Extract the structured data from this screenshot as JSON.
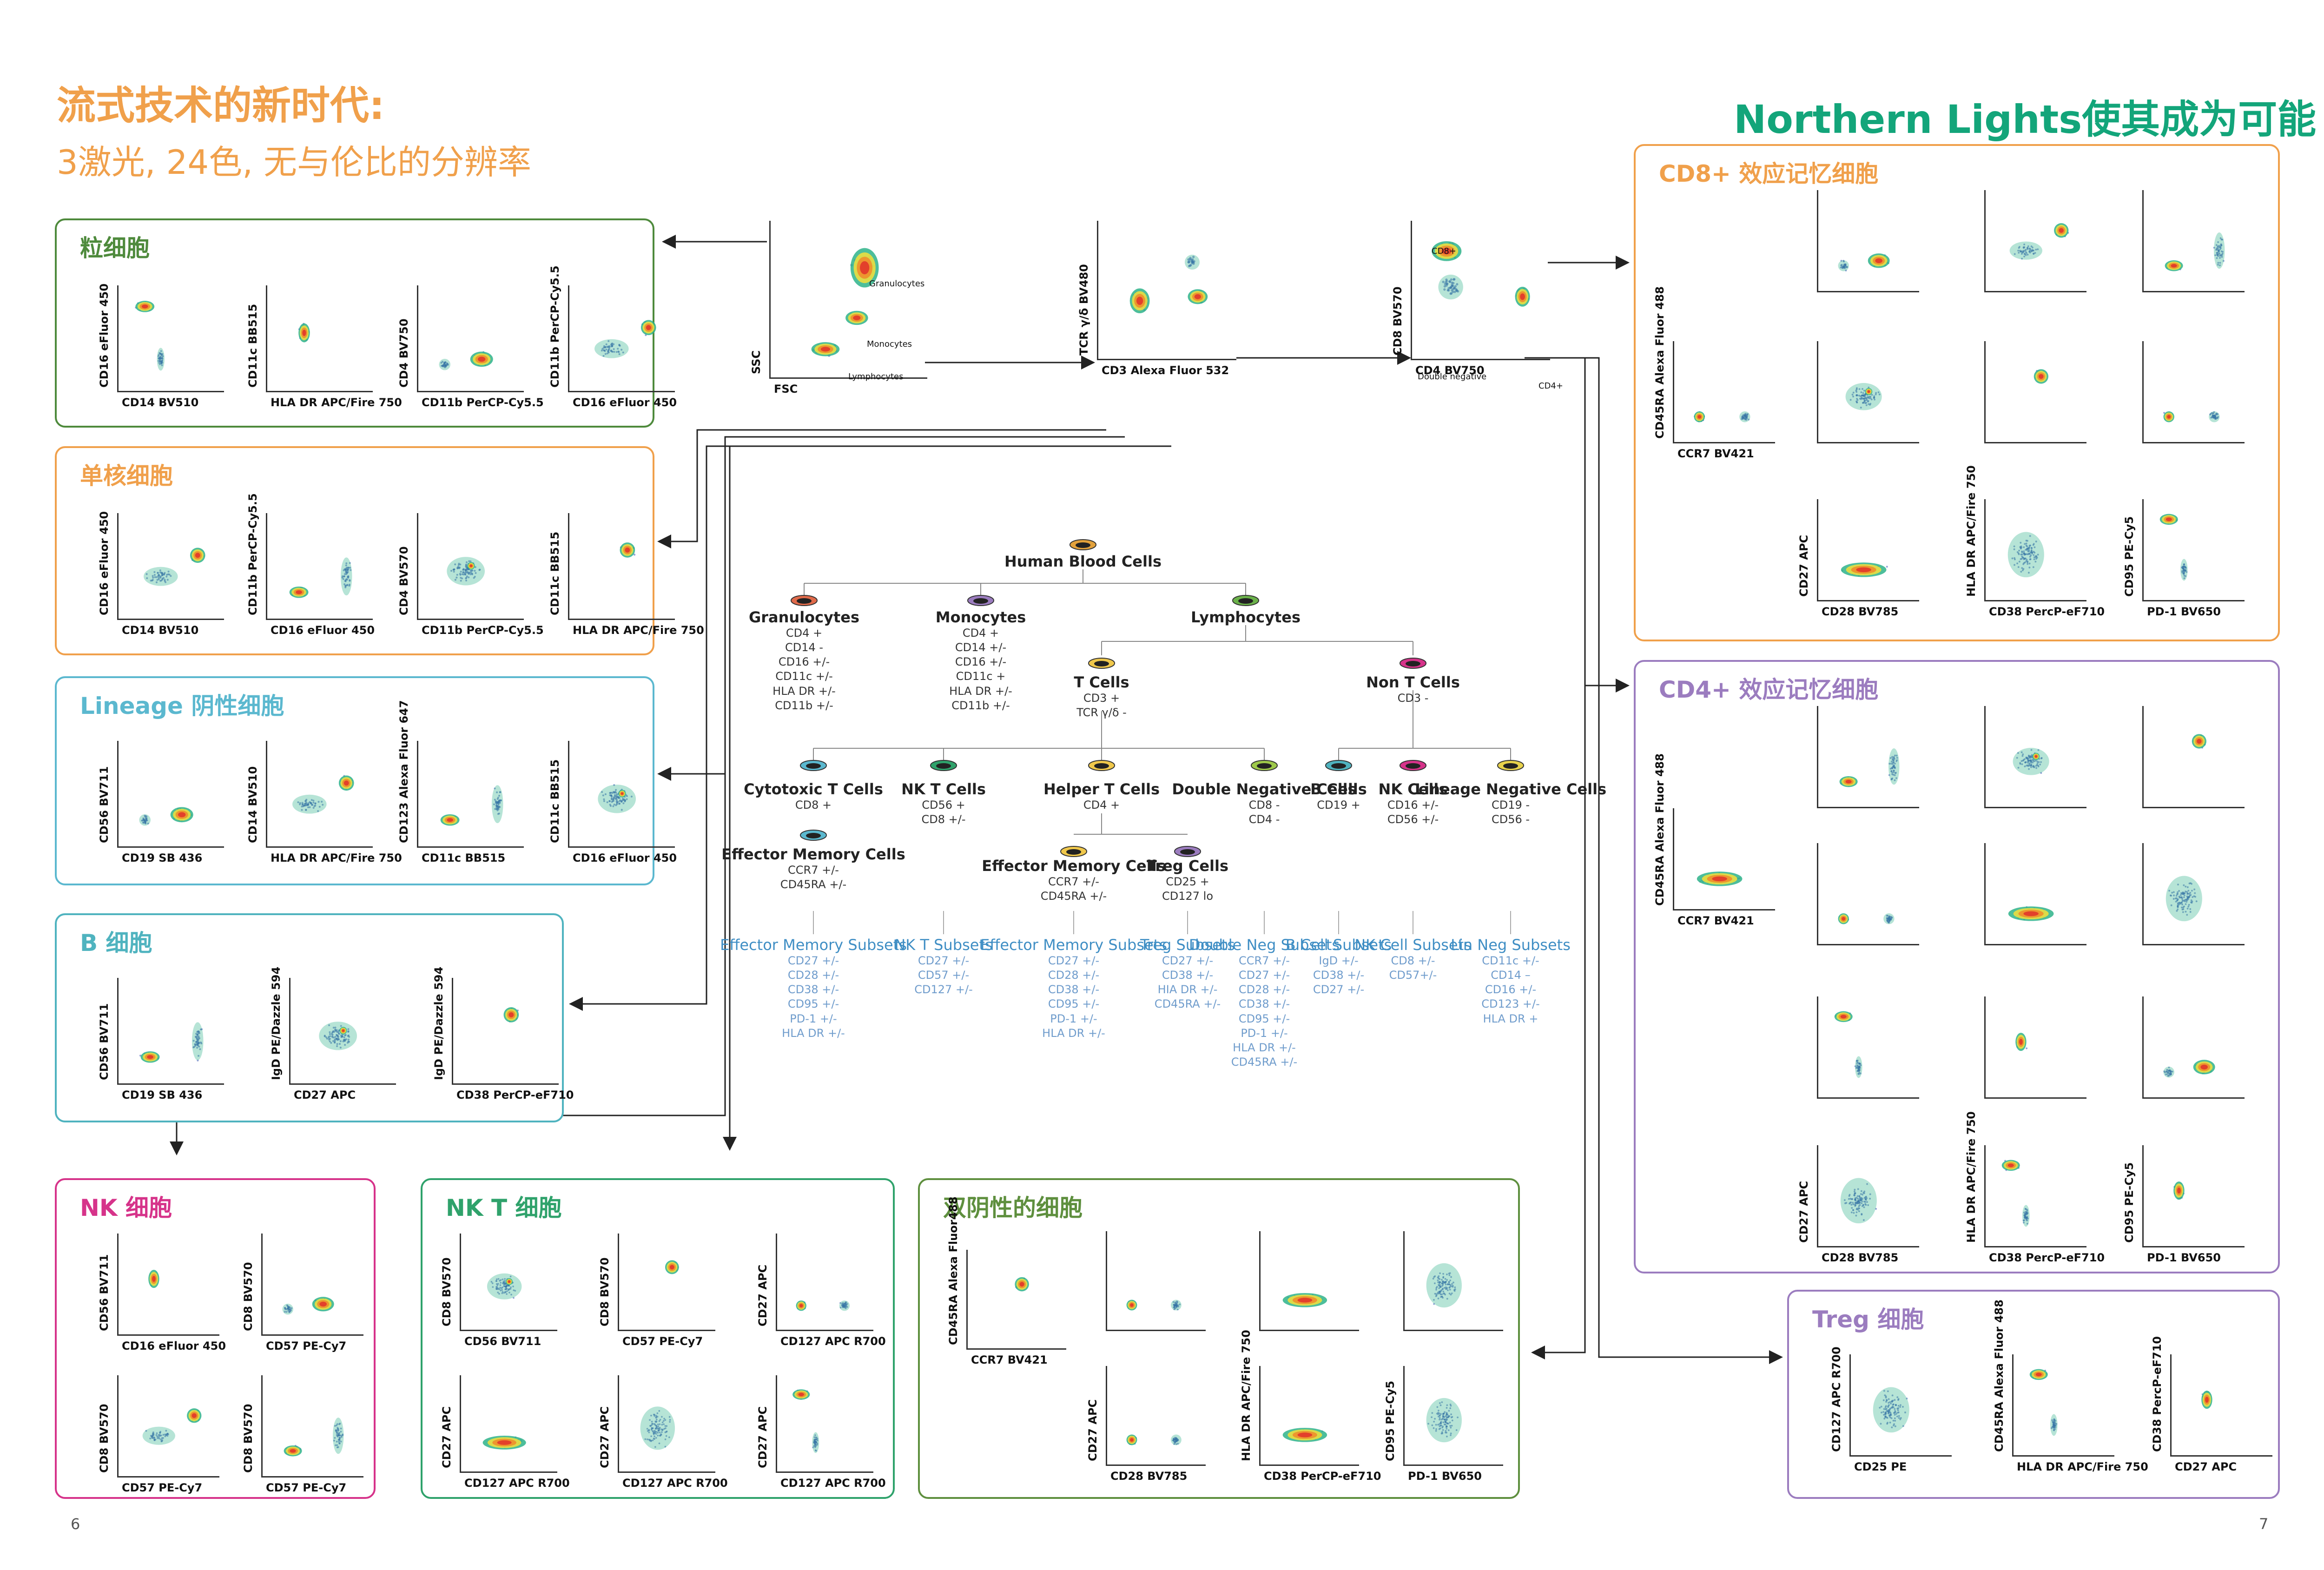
{
  "header": {
    "title": "流式技术的新时代:",
    "subtitle": "3激光, 24色, 无与伦比的分辨率",
    "brand": "Northern Lights使其成为可能"
  },
  "gating": {
    "p1_y": "SSC",
    "p1_x": "FSC",
    "p1_labels": [
      "Granulocytes",
      "Monocytes",
      "Lymphocytes"
    ],
    "p2_y": "TCR γ/δ BV480",
    "p2_x": "CD3 Alexa Fluor 532",
    "p3_y": "CD8 BV570",
    "p3_x": "CD4 BV750",
    "p3_labels": [
      "CD8+",
      "Double negative",
      "CD4+"
    ]
  },
  "panels": {
    "granulocytes": {
      "title": "粒细胞",
      "color": "#4e8a3c",
      "plots": [
        {
          "x": "CD14 BV510",
          "y": "CD16 eFluor 450"
        },
        {
          "x": "HLA DR APC/Fire 750",
          "y": "CD11c BB515"
        },
        {
          "x": "CD11b PerCP-Cy5.5",
          "y": "CD4 BV750"
        },
        {
          "x": "CD16 eFluor 450",
          "y": "CD11b PerCP-Cy5.5"
        }
      ]
    },
    "monocytes": {
      "title": "单核细胞",
      "color": "#f0a04b",
      "plots": [
        {
          "x": "CD14 BV510",
          "y": "CD16 eFluor 450"
        },
        {
          "x": "CD16 eFluor 450",
          "y": "CD11b PerCP-Cy5.5"
        },
        {
          "x": "CD11b PerCP-Cy5.5",
          "y": "CD4 BV570"
        },
        {
          "x": "HLA DR APC/Fire 750",
          "y": "CD11c BB515"
        }
      ]
    },
    "lineage": {
      "title": "Lineage 阴性细胞",
      "color": "#5bb8cf",
      "plots": [
        {
          "x": "CD19 SB 436",
          "y": "CD56 BV711"
        },
        {
          "x": "HLA DR APC/Fire 750",
          "y": "CD14 BV510"
        },
        {
          "x": "CD11c BB515",
          "y": "CD123 Alexa Fluor 647"
        },
        {
          "x": "CD16 eFluor 450",
          "y": "CD11c BB515"
        }
      ]
    },
    "bcells": {
      "title": "B 细胞",
      "color": "#4fb3bf",
      "plots": [
        {
          "x": "CD19 SB 436",
          "y": "CD56 BV711"
        },
        {
          "x": "CD27 APC",
          "y": "IgD PE/Dazzle 594"
        },
        {
          "x": "CD38 PerCP-eF710",
          "y": "IgD PE/Dazzle 594"
        }
      ]
    },
    "nk": {
      "title": "NK 细胞",
      "color": "#d6338a",
      "plots": [
        {
          "x": "CD16 eFluor 450",
          "y": "CD56 BV711"
        },
        {
          "x": "CD57 PE-Cy7",
          "y": "CD8 BV570"
        },
        {
          "x": "CD57 PE-Cy7",
          "y": "CD8 BV570"
        },
        {
          "x": "CD57 PE-Cy7",
          "y": "CD8 BV570"
        }
      ]
    },
    "nkt": {
      "title": "NK T 细胞",
      "color": "#2fa26b",
      "plots": [
        {
          "x": "CD56 BV711",
          "y": "CD8 BV570"
        },
        {
          "x": "CD57 PE-Cy7",
          "y": "CD8 BV570"
        },
        {
          "x": "CD127 APC R700",
          "y": "CD27 APC"
        },
        {
          "x": "CD127 APC R700",
          "y": "CD27 APC"
        },
        {
          "x": "CD127 APC R700",
          "y": "CD27 APC"
        },
        {
          "x": "CD127 APC R700",
          "y": "CD27 APC"
        }
      ]
    },
    "dn": {
      "title": "双阴性的细胞",
      "color": "#5e8f3e",
      "plots": [
        {
          "x": "CCR7 BV421",
          "y": "CD45RA Alexa Fluor488"
        },
        {
          "x": "CD28 BV785",
          "y": "CD27 APC"
        },
        {
          "x": "CD38 PerCP-eF710",
          "y": "HLA DR APC/Fire 750"
        },
        {
          "x": "PD-1 BV650",
          "y": "CD95 PE-Cy5"
        }
      ]
    },
    "cd8": {
      "title": "CD8+ 效应记忆细胞",
      "color": "#f0a04b",
      "plots": [
        {
          "x": "CCR7 BV421",
          "y": "CD45RA Alexa Fluor 488"
        },
        {
          "x": "CD28 BV785",
          "y": "CD27 APC"
        },
        {
          "x": "CD38 PercP-eF710",
          "y": "HLA DR APC/Fire 750"
        },
        {
          "x": "PD-1 BV650",
          "y": "CD95 PE-Cy5"
        }
      ]
    },
    "cd4": {
      "title": "CD4+ 效应记忆细胞",
      "color": "#9b7cbf",
      "plots": [
        {
          "x": "CCR7 BV421",
          "y": "CD45RA Alexa Fluor 488"
        },
        {
          "x": "CD28 BV785",
          "y": "CD27 APC"
        },
        {
          "x": "CD38 PercP-eF710",
          "y": "HLA DR APC/Fire 750"
        },
        {
          "x": "PD-1 BV650",
          "y": "CD95 PE-Cy5"
        }
      ]
    },
    "treg": {
      "title": "Treg 细胞",
      "color": "#9b7cbf",
      "plots": [
        {
          "x": "CD25 PE",
          "y": "CD127 APC R700"
        },
        {
          "x": "HLA DR APC/Fire 750",
          "y": "CD45RA Alexa Fluor 488"
        },
        {
          "x": "CD27 APC",
          "y": "CD38 PercP-eF710"
        }
      ]
    }
  },
  "tree": {
    "root": "Human Blood Cells",
    "granulocytes": {
      "name": "Granulocytes",
      "markers": [
        "CD4 +",
        "CD14 -",
        "CD16 +/-",
        "CD11c +/-",
        "HLA DR +/-",
        "CD11b +/-"
      ]
    },
    "monocytes": {
      "name": "Monocytes",
      "markers": [
        "CD4 +",
        "CD14 +/-",
        "CD16 +/-",
        "CD11c +",
        "HLA DR +/-",
        "CD11b +/-"
      ]
    },
    "lymphocytes": {
      "name": "Lymphocytes"
    },
    "tcells": {
      "name": "T Cells",
      "markers": [
        "CD3 +",
        "TCR γ/δ -"
      ]
    },
    "nontcells": {
      "name": "Non T Cells",
      "markers": [
        "CD3 -"
      ]
    },
    "cytotoxic": {
      "name": "Cytotoxic T Cells",
      "markers": [
        "CD8 +"
      ]
    },
    "nktcells": {
      "name": "NK T Cells",
      "markers": [
        "CD56 +",
        "CD8 +/-"
      ]
    },
    "helper": {
      "name": "Helper T Cells",
      "markers": [
        "CD4 +"
      ]
    },
    "doubleneg": {
      "name": "Double Negative Cells",
      "markers": [
        "CD8 -",
        "CD4 -"
      ]
    },
    "bcells": {
      "name": "B Cells",
      "markers": [
        "CD19 +"
      ]
    },
    "nkcells": {
      "name": "NK Cells",
      "markers": [
        "CD16 +/-",
        "CD56 +/-"
      ]
    },
    "linneg": {
      "name": "Lineage Negative Cells",
      "markers": [
        "CD19 -",
        "CD56 -"
      ]
    },
    "effmem8": {
      "name": "Effector Memory Cells",
      "markers": [
        "CCR7 +/-",
        "CD45RA +/-"
      ]
    },
    "effmem4": {
      "name": "Effector Memory Cells",
      "markers": [
        "CCR7 +/-",
        "CD45RA +/-"
      ]
    },
    "treg": {
      "name": "Treg Cells",
      "markers": [
        "CD25 +",
        "CD127 lo"
      ]
    },
    "subsets": [
      {
        "name": "Effector Memory Subsets",
        "markers": [
          "CD27 +/-",
          "CD28 +/-",
          "CD38 +/-",
          "CD95 +/-",
          "PD-1 +/-",
          "HLA DR +/-"
        ]
      },
      {
        "name": "NK T Subsets",
        "markers": [
          "CD27 +/-",
          "CD57 +/-",
          "CD127 +/-"
        ]
      },
      {
        "name": "Effector Memory Subsets",
        "markers": [
          "CD27 +/-",
          "CD28 +/-",
          "CD38 +/-",
          "CD95 +/-",
          "PD-1 +/-",
          "HLA DR +/-"
        ]
      },
      {
        "name": "Treg Subsets",
        "markers": [
          "CD27 +/-",
          "CD38 +/-",
          "HIA DR +/-",
          "CD45RA +/-"
        ]
      },
      {
        "name": "Double Neg Subsets",
        "markers": [
          "CCR7 +/-",
          "CD27 +/-",
          "CD28 +/-",
          "CD38 +/-",
          "CD95 +/-",
          "PD-1 +/-",
          "HLA DR +/-",
          "CD45RA +/-"
        ]
      },
      {
        "name": "B Cell Subsets",
        "markers": [
          "IgD +/-",
          "CD38 +/-",
          "CD27 +/-"
        ]
      },
      {
        "name": "NK Cell Subsets",
        "markers": [
          "CD8 +/-",
          "CD57+/-"
        ]
      },
      {
        "name": "Lin Neg Subsets",
        "markers": [
          "CD11c +/-",
          "CD14 –",
          "CD16 +/-",
          "CD123 +/-",
          "HLA DR +"
        ]
      }
    ]
  },
  "pages": {
    "left": "6",
    "right": "7"
  }
}
